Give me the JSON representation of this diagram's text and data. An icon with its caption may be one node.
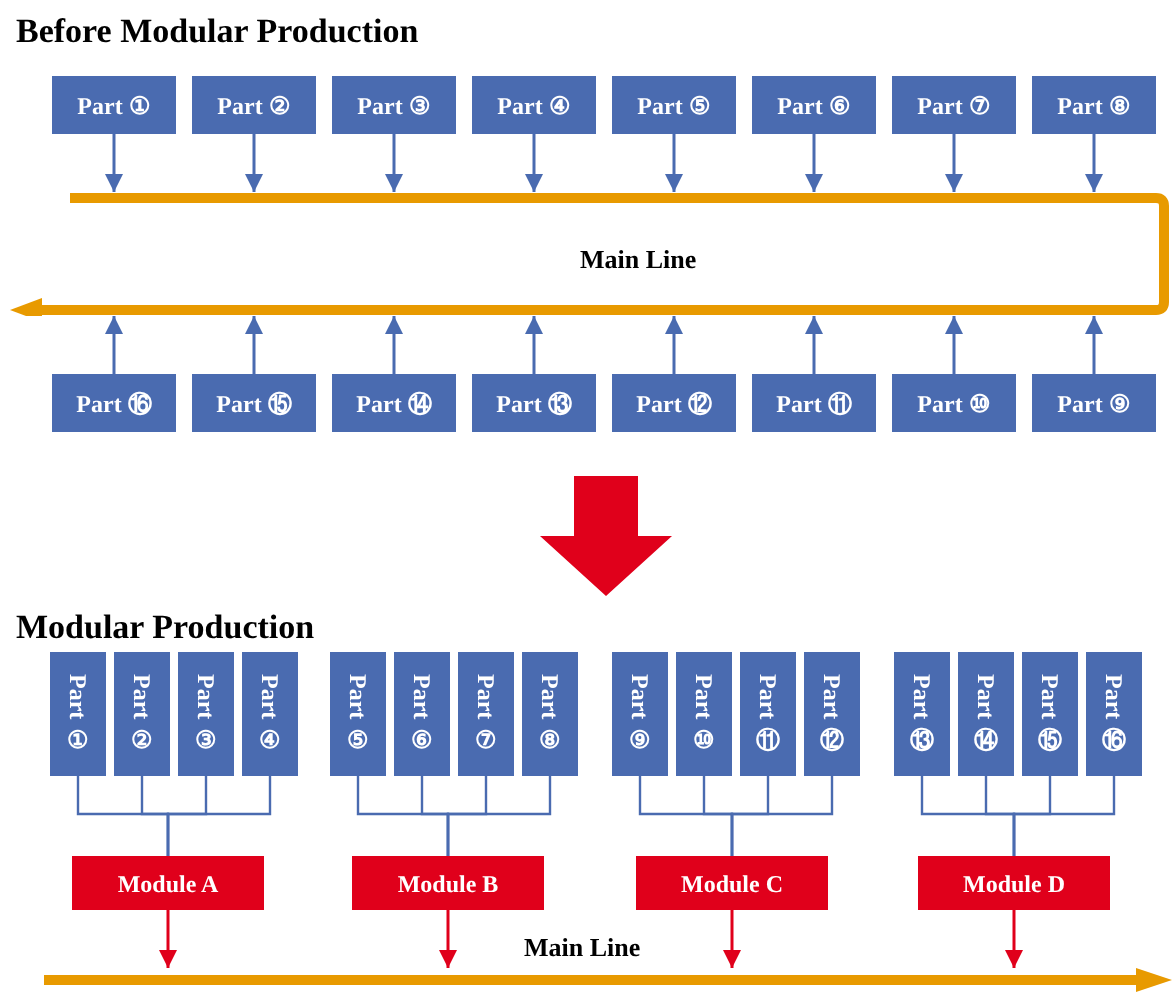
{
  "diagram": {
    "nodes": [
      {
        "text": [
          "Before Modular Production"
        ]
      },
      {
        "text": [
          "Part ①"
        ],
        "in": 0
      },
      {
        "text": [
          "Part ②"
        ],
        "in": 0
      },
      {
        "text": [
          "Part ③"
        ],
        "in": 0
      },
      {
        "text": [
          "Part ④"
        ],
        "in": 0
      },
      {
        "text": [
          "Part ⑤"
        ],
        "in": 0
      },
      {
        "text": [
          "Part ⑥"
        ],
        "in": 0
      },
      {
        "text": [
          "Part ⑦"
        ],
        "in": 0
      },
      {
        "text": [
          "Part ⑧"
        ],
        "in": 0
      },
      {
        "text": [
          "Part ⑯"
        ],
        "in": 0
      },
      {
        "text": [
          "Part ⑮"
        ],
        "in": 0
      },
      {
        "text": [
          "Part ⑭"
        ],
        "in": 0
      },
      {
        "text": [
          "Part ⑬"
        ],
        "in": 0
      },
      {
        "text": [
          "Part ⑫"
        ],
        "in": 0
      },
      {
        "text": [
          "Part ⑪"
        ],
        "in": 0
      },
      {
        "text": [
          "Part ⑩"
        ],
        "in": 0
      },
      {
        "text": [
          "Part ⑨"
        ],
        "in": 0
      },
      {
        "text": [
          "Main Line"
        ],
        "in": 0
      },
      {
        "text": [
          "Modular Production"
        ]
      },
      {
        "text": [
          "Part ①"
        ],
        "in": 18
      },
      {
        "text": [
          "Part ②"
        ],
        "in": 18
      },
      {
        "text": [
          "Part ③"
        ],
        "in": 18
      },
      {
        "text": [
          "Part ④"
        ],
        "in": 18
      },
      {
        "text": [
          "Part ⑤"
        ],
        "in": 18
      },
      {
        "text": [
          "Part ⑥"
        ],
        "in": 18
      },
      {
        "text": [
          "Part ⑦"
        ],
        "in": 18
      },
      {
        "text": [
          "Part ⑧"
        ],
        "in": 18
      },
      {
        "text": [
          "Part ⑨"
        ],
        "in": 18
      },
      {
        "text": [
          "Part ⑩"
        ],
        "in": 18
      },
      {
        "text": [
          "Part ⑪"
        ],
        "in": 18
      },
      {
        "text": [
          "Part ⑫"
        ],
        "in": 18
      },
      {
        "text": [
          "Part ⑬"
        ],
        "in": 18
      },
      {
        "text": [
          "Part ⑭"
        ],
        "in": 18
      },
      {
        "text": [
          "Part ⑮"
        ],
        "in": 18
      },
      {
        "text": [
          "Part ⑯"
        ],
        "in": 18
      },
      {
        "text": [
          "Module A"
        ],
        "in": 18
      },
      {
        "text": [
          "Module B"
        ],
        "in": 18
      },
      {
        "text": [
          "Module C"
        ],
        "in": 18
      },
      {
        "text": [
          "Module D"
        ],
        "in": 18
      },
      {
        "text": [],
        "shape": "bar",
        "beside": [
          "Main Line"
        ],
        "in": 18
      }
    ],
    "edges": [
      {
        "from": 1,
        "to": 17,
        "arrow": "to"
      },
      {
        "from": 2,
        "to": 17,
        "arrow": "to"
      },
      {
        "from": 3,
        "to": 17,
        "arrow": "to"
      },
      {
        "from": 4,
        "to": 17,
        "arrow": "to"
      },
      {
        "from": 5,
        "to": 17,
        "arrow": "to"
      },
      {
        "from": 6,
        "to": 17,
        "arrow": "to"
      },
      {
        "from": 7,
        "to": 17,
        "arrow": "to"
      },
      {
        "from": 8,
        "to": 17,
        "arrow": "to"
      },
      {
        "from": 9,
        "to": 17,
        "arrow": "to"
      },
      {
        "from": 10,
        "to": 17,
        "arrow": "to"
      },
      {
        "from": 11,
        "to": 17,
        "arrow": "to"
      },
      {
        "from": 12,
        "to": 17,
        "arrow": "to"
      },
      {
        "from": 13,
        "to": 17,
        "arrow": "to"
      },
      {
        "from": 14,
        "to": 17,
        "arrow": "to"
      },
      {
        "from": 15,
        "to": 17,
        "arrow": "to"
      },
      {
        "from": 16,
        "to": 17,
        "arrow": "to"
      },
      {
        "from": 0,
        "to": 18,
        "arrow": "to",
        "style": "thick",
        "color": "#e0001b"
      },
      {
        "from": 19,
        "to": 35,
        "arrow": "none"
      },
      {
        "from": 20,
        "to": 35,
        "arrow": "none"
      },
      {
        "from": 21,
        "to": 35,
        "arrow": "none"
      },
      {
        "from": 22,
        "to": 35,
        "arrow": "none"
      },
      {
        "from": 23,
        "to": 36,
        "arrow": "none"
      },
      {
        "from": 24,
        "to": 36,
        "arrow": "none"
      },
      {
        "from": 25,
        "to": 36,
        "arrow": "none"
      },
      {
        "from": 26,
        "to": 36,
        "arrow": "none"
      },
      {
        "from": 27,
        "to": 37,
        "arrow": "none"
      },
      {
        "from": 28,
        "to": 37,
        "arrow": "none"
      },
      {
        "from": 29,
        "to": 37,
        "arrow": "none"
      },
      {
        "from": 30,
        "to": 37,
        "arrow": "none"
      },
      {
        "from": 31,
        "to": 38,
        "arrow": "none"
      },
      {
        "from": 32,
        "to": 38,
        "arrow": "none"
      },
      {
        "from": 33,
        "to": 38,
        "arrow": "none"
      },
      {
        "from": 34,
        "to": 38,
        "arrow": "none"
      },
      {
        "from": 35,
        "to": 39,
        "arrow": "to",
        "color": "#e0001b"
      },
      {
        "from": 36,
        "to": 39,
        "arrow": "to",
        "color": "#e0001b"
      },
      {
        "from": 37,
        "to": 39,
        "arrow": "to",
        "color": "#e0001b"
      },
      {
        "from": 38,
        "to": 39,
        "arrow": "to",
        "color": "#e0001b"
      }
    ]
  }
}
